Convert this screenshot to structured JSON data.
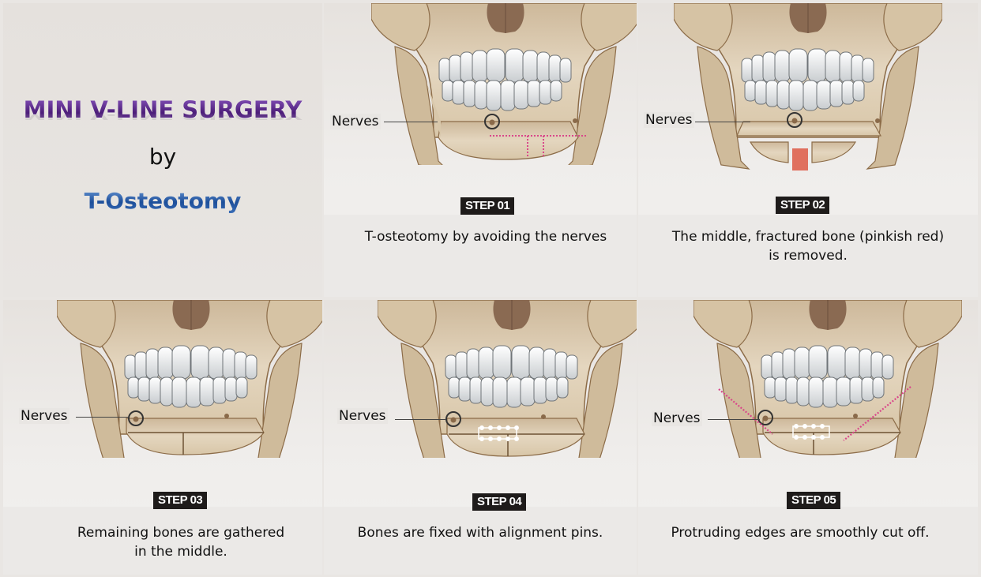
{
  "title": {
    "main": "MINI V-LINE SURGERY",
    "by": "by",
    "subtitle": "T-Osteotomy",
    "main_color": "#5a2d86",
    "subtitle_color": "#2a5ea8"
  },
  "labels": {
    "nerves": "Nerves"
  },
  "steps": [
    {
      "badge": "STEP 01",
      "caption": "T-osteotomy by avoiding the nerves",
      "caption_line2": ""
    },
    {
      "badge": "STEP 02",
      "caption": "The middle, fractured bone (pinkish red)",
      "caption_line2": "is removed."
    },
    {
      "badge": "STEP 03",
      "caption": "Remaining bones are gathered",
      "caption_line2": "in the middle."
    },
    {
      "badge": "STEP 04",
      "caption": "Bones are fixed with alignment pins.",
      "caption_line2": ""
    },
    {
      "badge": "STEP 05",
      "caption": "Protruding edges are smoothly cut off.",
      "caption_line2": ""
    }
  ],
  "colors": {
    "bone": "#dccbb0",
    "bone_shadow": "#a88b66",
    "teeth": "#eef0f0",
    "cut_line": "#d9478a",
    "removed_bone": "#e0705e",
    "badge_bg": "#1e1b1a"
  }
}
